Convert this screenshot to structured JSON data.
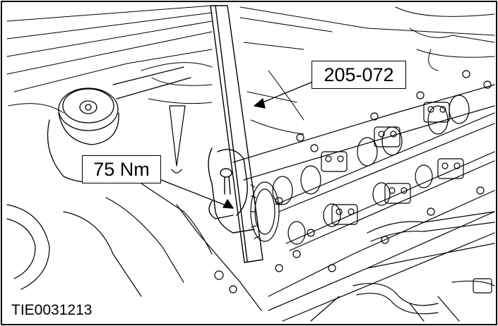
{
  "figure": {
    "id_text": "TIE0031213"
  },
  "callouts": {
    "tool_number": "205-072",
    "torque_value": "75 Nm"
  },
  "colors": {
    "line": "#000000",
    "background": "#ffffff"
  }
}
